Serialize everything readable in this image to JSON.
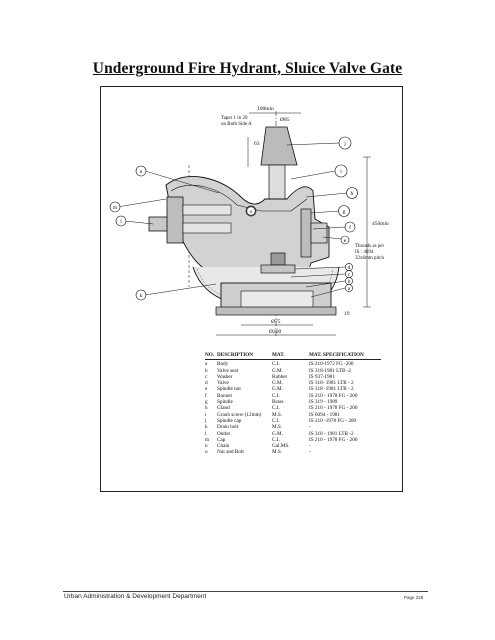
{
  "title": "Underground Fire Hydrant, Sluice Valve Gate",
  "drawing": {
    "dim_top": "100min",
    "taper_note_1": "Taper 1 in 20",
    "taper_note_2": "on Both Side A",
    "dim_phi85": "Ø85",
    "dim_63": "63",
    "dim_450": "450min",
    "threads_1": "Threads as per",
    "threads_2": "IS : 4694",
    "threads_3": "32x6mm pitch",
    "dim_19": "19",
    "dim_phi75": "Ø75",
    "dim_phi200": "Ø200",
    "balloons": {
      "a": "a",
      "b": "b",
      "c": "c",
      "d": "d",
      "e": "e",
      "f": "f",
      "g": "g",
      "h": "h",
      "i": "i",
      "j": "j",
      "k": "k",
      "l": "l",
      "m": "m",
      "n": "n",
      "o": "o"
    }
  },
  "spec_table": {
    "headers": [
      "NO.",
      "DESCRIPTION",
      "MAT.",
      "MAT. SPECIFICATION"
    ],
    "rows": [
      [
        "a",
        "Body",
        "C.I.",
        "IS 210-1972 FG -200"
      ],
      [
        "b",
        "Valve seat",
        "G.M.",
        "IS 318-1981 LTB -2"
      ],
      [
        "c",
        "Washer",
        "Rubber",
        "IS 937-1981"
      ],
      [
        "d",
        "Valve",
        "G.M.",
        "IS 318- 1981 LTB - 2"
      ],
      [
        "e",
        "Spindle nut",
        "G.M.",
        "IS 318 -1981 LTB - 2"
      ],
      [
        "f",
        "Bonnet",
        "C.I.",
        "IS 210 - 1978 FG - 200"
      ],
      [
        "g",
        "Spindle",
        "Brass",
        "IS 319 - 1989"
      ],
      [
        "h",
        "Gland",
        "C.I.",
        "IS 210 - 1978 FG - 200"
      ],
      [
        "i",
        "Grauh screw (12mm)",
        "M.S.",
        "IS 6094 - 1981"
      ],
      [
        "j",
        "Spindle cap",
        "C.I.",
        "IS 210 -1978 FG - 200"
      ],
      [
        "k",
        "Drain bolt",
        "M.S.",
        "-"
      ],
      [
        "l",
        "Outlet",
        "G.M.",
        "IS 318 - 1981 LTB -2"
      ],
      [
        "m",
        "Cap",
        "C.I.",
        "IS 210 - 1978 FG - 200"
      ],
      [
        "n",
        "Chain",
        "Gal.MS.",
        "-"
      ],
      [
        "o",
        "Nut and Bolt",
        "M.S.",
        "-"
      ]
    ]
  },
  "footer": {
    "department": "Urban Administration & Development Department",
    "page": "Page 228"
  }
}
